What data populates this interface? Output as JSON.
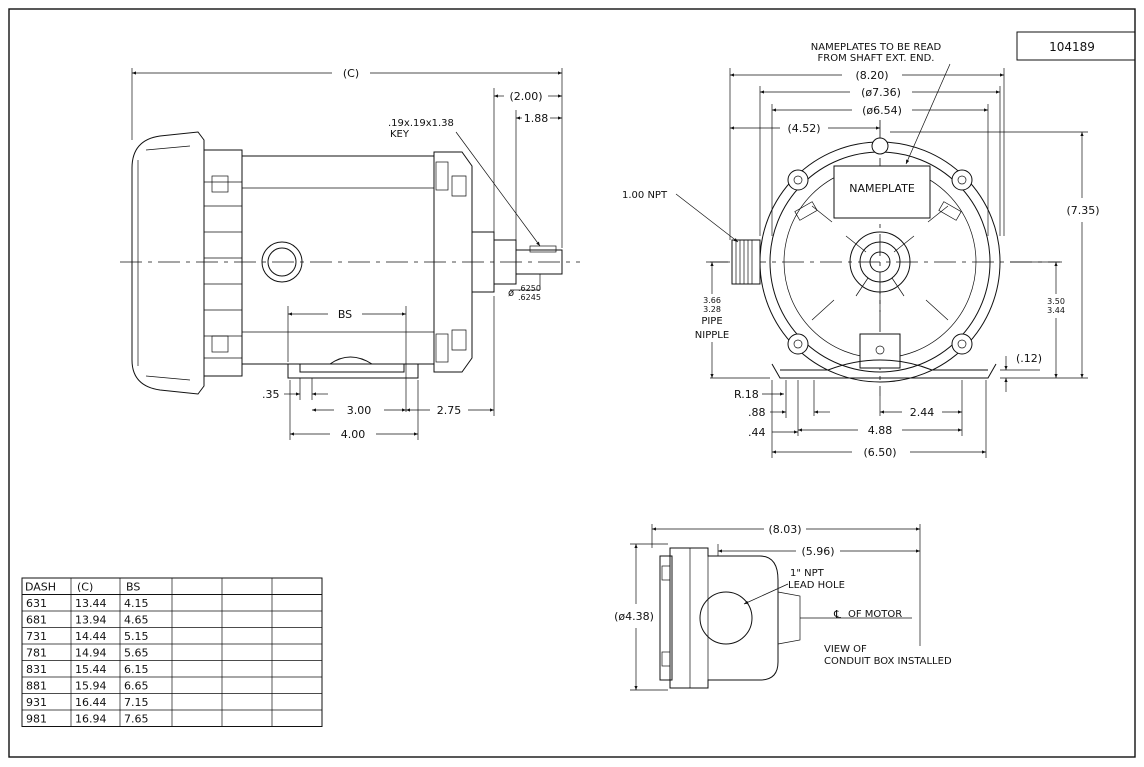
{
  "drawing_number": "104189",
  "side_view": {
    "dim_overall": "(C)",
    "dim_shaft_ext": "(2.00)",
    "dim_shaft_len": "1.88",
    "key_label_line1": ".19x.19x1.38",
    "key_label_line2": "KEY",
    "dim_bs": "BS",
    "shaft_dia_top": ".6250",
    "shaft_dia_bottom": ".6245",
    "shaft_dia_prefix": "ø",
    "dim_foot_slot": ".35",
    "dim_3_00": "3.00",
    "dim_2_75": "2.75",
    "dim_4_00": "4.00"
  },
  "end_view": {
    "note_line1": "NAMEPLATES TO BE READ",
    "note_line2": "FROM SHAFT EXT. END.",
    "dim_8_20": "(8.20)",
    "dim_7_36": "(ø7.36)",
    "dim_6_54": "(ø6.54)",
    "dim_4_52": "(4.52)",
    "npt_label": "1.00 NPT",
    "nameplate_label": "NAMEPLATE",
    "dim_7_35": "(7.35)",
    "nipple_dim_top": "3.66",
    "nipple_dim_bottom": "3.28",
    "nipple_label_1": "PIPE",
    "nipple_label_2": "NIPPLE",
    "dim_3_50": "3.50",
    "dim_3_44": "3.44",
    "dim_0_12": "(.12)",
    "dim_r18": "R.18",
    "dim_0_88": ".88",
    "dim_0_44": ".44",
    "dim_2_44": "2.44",
    "dim_4_88": "4.88",
    "dim_6_50": "(6.50)"
  },
  "conduit_view": {
    "dim_8_03": "(8.03)",
    "dim_5_96": "(5.96)",
    "dim_4_38": "(ø4.38)",
    "lead_hole_1": "1\" NPT",
    "lead_hole_2": "LEAD HOLE",
    "cl_symbol": "℄",
    "cl_text": "OF MOTOR",
    "view_label_1": "VIEW OF",
    "view_label_2": "CONDUIT BOX INSTALLED"
  },
  "dash_table": {
    "headers": [
      "DASH",
      "(C)",
      "BS",
      "",
      "",
      ""
    ],
    "rows": [
      [
        "631",
        "13.44",
        "4.15"
      ],
      [
        "681",
        "13.94",
        "4.65"
      ],
      [
        "731",
        "14.44",
        "5.15"
      ],
      [
        "781",
        "14.94",
        "5.65"
      ],
      [
        "831",
        "15.44",
        "6.15"
      ],
      [
        "881",
        "15.94",
        "6.65"
      ],
      [
        "931",
        "16.44",
        "7.15"
      ],
      [
        "981",
        "16.94",
        "7.65"
      ]
    ]
  }
}
